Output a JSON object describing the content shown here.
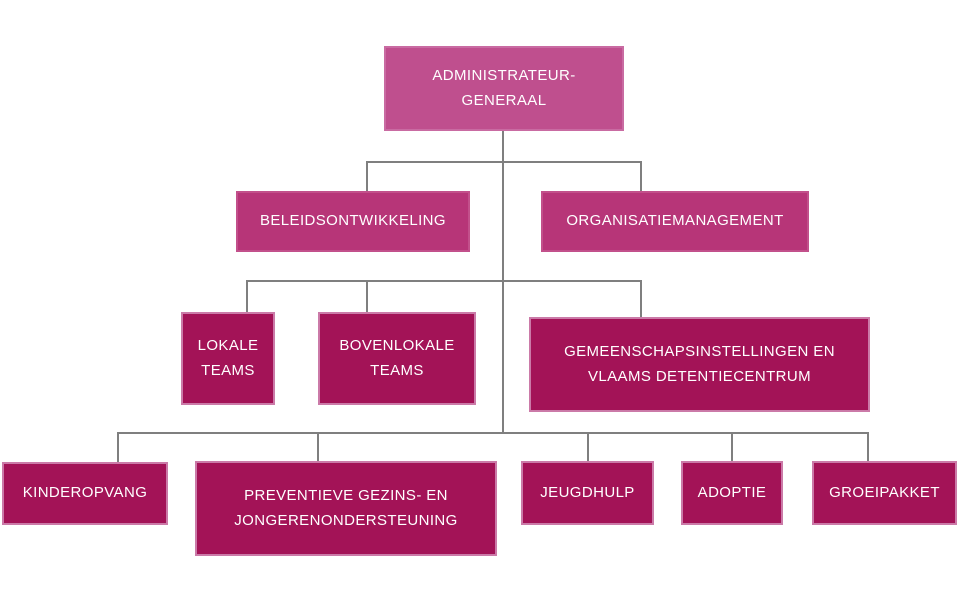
{
  "colors": {
    "level1_fill": "#bf4f8e",
    "level1_border": "#c96ba2",
    "level2_fill": "#b73578",
    "level2_border": "#c2508b",
    "level3_fill": "#a31357",
    "level3_border": "#cb7aa8",
    "connector": "#7f7f7f",
    "text": "#ffffff",
    "background": "#ffffff"
  },
  "org_chart": {
    "type": "org-chart",
    "nodes": {
      "root": {
        "level": 1,
        "label": "ADMINISTRATEUR-GENERAAL",
        "lines": [
          "ADMINISTRATEUR-",
          "GENERAAL"
        ]
      },
      "beleidsontwikkeling": {
        "level": 2,
        "parent": "root",
        "label": "BELEIDSONTWIKKELING"
      },
      "organisatiemanagement": {
        "level": 2,
        "parent": "root",
        "label": "ORGANISATIEMANAGEMENT"
      },
      "lokale_teams": {
        "level": 3,
        "parent": "root",
        "label": "LOKALE TEAMS",
        "lines": [
          "LOKALE",
          "TEAMS"
        ]
      },
      "bovenlokale_teams": {
        "level": 3,
        "parent": "root",
        "label": "BOVENLOKALE TEAMS",
        "lines": [
          "BOVENLOKALE",
          "TEAMS"
        ]
      },
      "gemeenschapsinstellingen": {
        "level": 3,
        "parent": "root",
        "label": "GEMEENSCHAPSINSTELLINGEN EN VLAAMS DETENTIECENTRUM",
        "lines": [
          "GEMEENSCHAPSINSTELLINGEN EN",
          "VLAAMS DETENTIECENTRUM"
        ]
      },
      "kinderopvang": {
        "level": 4,
        "parent": "root",
        "label": "KINDEROPVANG"
      },
      "preventieve_gezins_en_jongerenondersteuning": {
        "level": 4,
        "parent": "root",
        "label": "PREVENTIEVE GEZINS- EN JONGERENONDERSTEUNING",
        "lines": [
          "PREVENTIEVE GEZINS- EN",
          "JONGERENONDERSTEUNING"
        ]
      },
      "jeugdhulp": {
        "level": 4,
        "parent": "root",
        "label": "JEUGDHULP"
      },
      "adoptie": {
        "level": 4,
        "parent": "root",
        "label": "ADOPTIE"
      },
      "groeipakket": {
        "level": 4,
        "parent": "root",
        "label": "GROEIPAKKET"
      }
    }
  }
}
